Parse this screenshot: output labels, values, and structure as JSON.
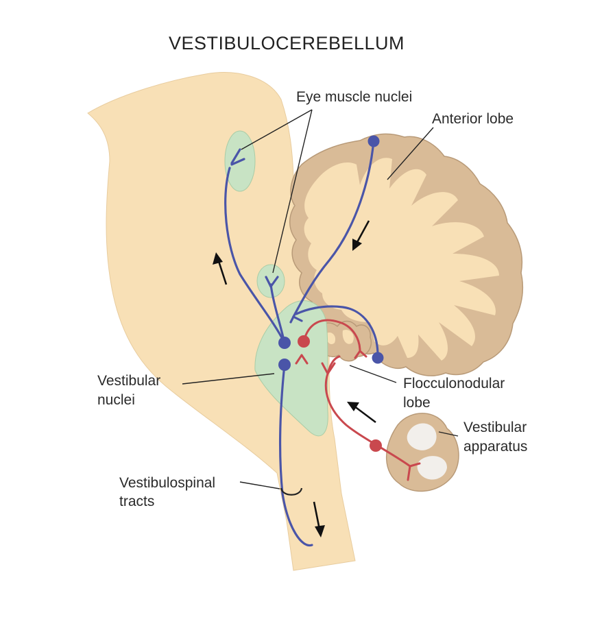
{
  "title": "VESTIBULOCEREBELLUM",
  "labels": {
    "eye_muscle_nuclei": "Eye muscle nuclei",
    "anterior_lobe": "Anterior lobe",
    "vestibular_nuclei_1": "Vestibular",
    "vestibular_nuclei_2": "nuclei",
    "flocculonodular_1": "Flocculonodular",
    "flocculonodular_2": "lobe",
    "vestibular_apparatus_1": "Vestibular",
    "vestibular_apparatus_2": "apparatus",
    "vestibulospinal_1": "Vestibulospinal",
    "vestibulospinal_2": "tracts"
  },
  "colors": {
    "brainstem": "#f8e0b6",
    "cortex": "#d9bb97",
    "cortex_edge": "#b89a78",
    "nuclei": "#c8e3c4",
    "efferent_pathway": "#4a55a8",
    "afferent_pathway": "#c9484e"
  }
}
